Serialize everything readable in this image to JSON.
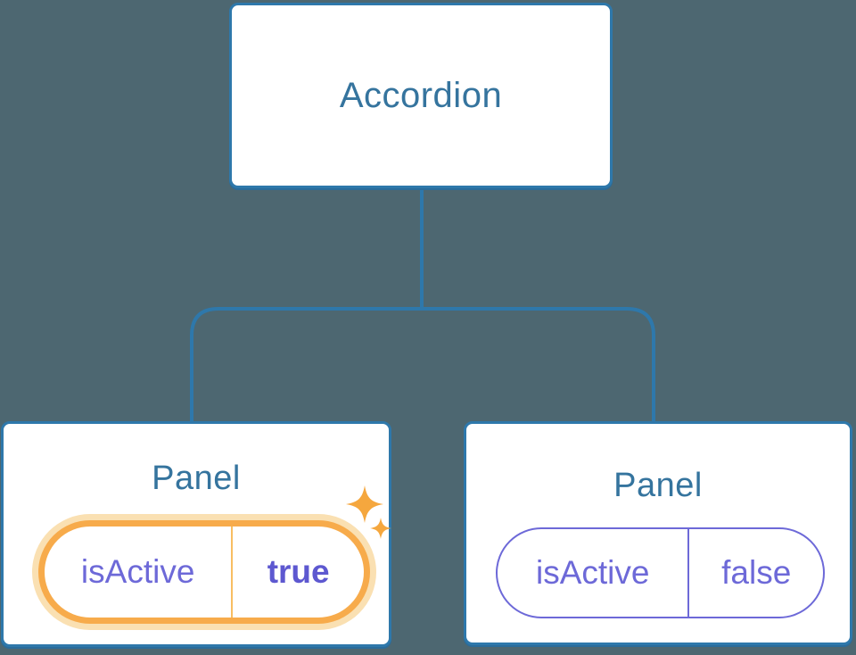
{
  "diagram": {
    "description": "React component tree: Accordion parent holding two Panel children, each with its own isActive state",
    "root": {
      "label": "Accordion"
    },
    "children": [
      {
        "label": "Panel",
        "state": {
          "key": "isActive",
          "value": "true"
        },
        "highlighted": true,
        "icon": "sparkle-icon"
      },
      {
        "label": "Panel",
        "state": {
          "key": "isActive",
          "value": "false"
        },
        "highlighted": false
      }
    ]
  },
  "colors": {
    "background": "#4D6771",
    "node_fill": "#FFFFFF",
    "node_border": "#2E78AB",
    "node_label_text": "#35749E",
    "connector_line": "#2E78AB",
    "state_text": "#6D69D8",
    "state_value_bold_text": "#5D58D0",
    "state_border_inactive": "#6D69D8",
    "highlight_border": "#F7AB4B",
    "highlight_glow": "#FAE0B2",
    "highlight_divider": "#F8BE62",
    "sparkle_fill": "#F5A73E"
  }
}
